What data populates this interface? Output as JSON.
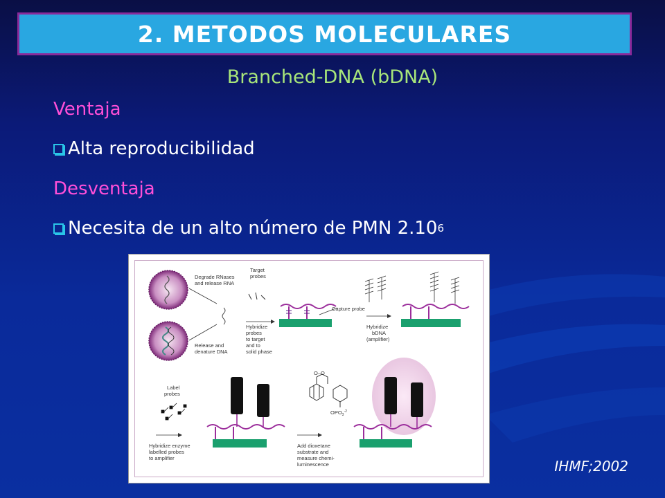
{
  "slide": {
    "title": "2. METODOS MOLECULARES",
    "subtitle": "Branched-DNA (bDNA)",
    "advantage_heading": "Ventaja",
    "advantage_item": "Alta reproducibilidad",
    "disadvantage_heading": "Desventaja",
    "disadvantage_item_text": "Necesita de un alto número de PMN 2.10",
    "disadvantage_item_exponent": "6",
    "citation": "IHMF;2002"
  },
  "figure": {
    "labels": {
      "degrade_1": "Degrade RNases",
      "degrade_2": "and release RNA",
      "target_1": "Target",
      "target_2": "probes",
      "capture": "Capture probe",
      "release_1": "Release and",
      "release_2": "denature DNA",
      "hyb_1": "Hybridize",
      "hyb_2": "probes",
      "hyb_3": "to target",
      "hyb_4": "and to",
      "hyb_5": "solid phase",
      "hybb_1": "Hybridize",
      "hybb_2": "bDNA",
      "hybb_3": "(amplifier)",
      "label_1": "Label",
      "label_2": "probes",
      "enz_1": "Hybridize enzyme",
      "enz_2": "labelled probes",
      "enz_3": "to amplifier",
      "chem_top": "O–O",
      "chem_opo": "OPO",
      "chem_sub": "3",
      "chem_sup": "-2",
      "diox_1": "Add dioxetane",
      "diox_2": "substrate and",
      "diox_3": "measure chemi-",
      "diox_4": "luminescence"
    }
  },
  "colors": {
    "title_bg": "#29a7e1",
    "title_border": "#8a2a9a",
    "subtitle": "#a8e67a",
    "heading": "#ff4fd8",
    "bullet_box": "#29c6e8",
    "solid_phase": "#1aa06e",
    "probe": "#9b2d9b"
  }
}
